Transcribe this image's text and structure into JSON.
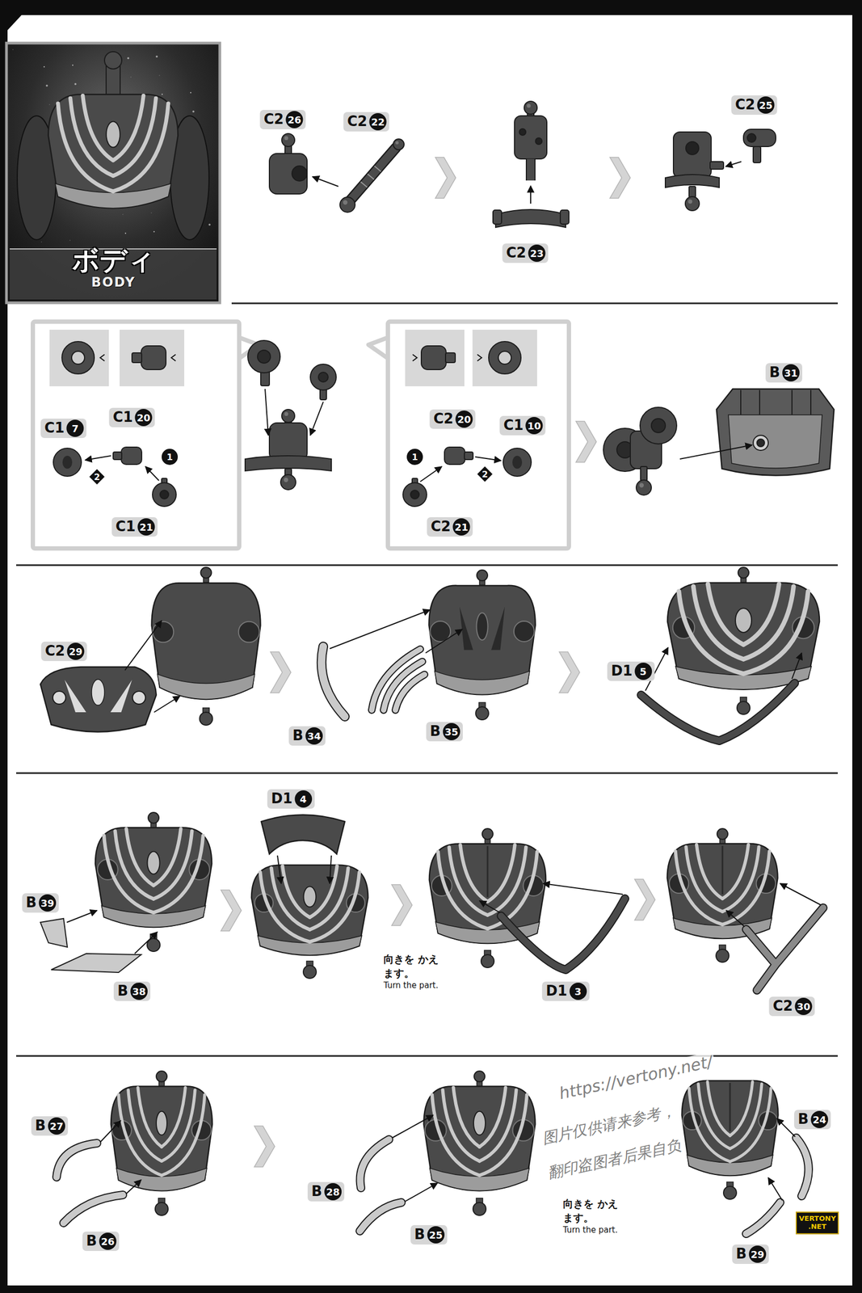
{
  "diagram": {
    "nodes": [
      {
        "text": [
          "ボディ",
          "BODY"
        ]
      }
    ],
    "labels": [
      "C2",
      "26",
      "C2",
      "22",
      "C2",
      "25",
      "C2",
      "23",
      "C1",
      "7",
      "C1",
      "20",
      "1",
      "2",
      "C1",
      "21",
      "C2",
      "20",
      "C1",
      "10",
      "1",
      "2",
      "C2",
      "21",
      "B",
      "31",
      "C2",
      "29",
      "B",
      "34",
      "B",
      "35",
      "D1",
      "5",
      "B",
      "39",
      "D1",
      "4",
      "B",
      "38",
      "向きを かえます。",
      "Turn the part.",
      "D1",
      "3",
      "C2",
      "30",
      "B",
      "27",
      "B",
      "26",
      "B",
      "28",
      "B",
      "25",
      "向きを かえます。",
      "Turn the part.",
      "B",
      "24",
      "B",
      "29",
      "https://vertony.net/",
      "图片仅供请来参考，",
      "翻印盗图者后果自负",
      "VERTONY .NET"
    ]
  }
}
